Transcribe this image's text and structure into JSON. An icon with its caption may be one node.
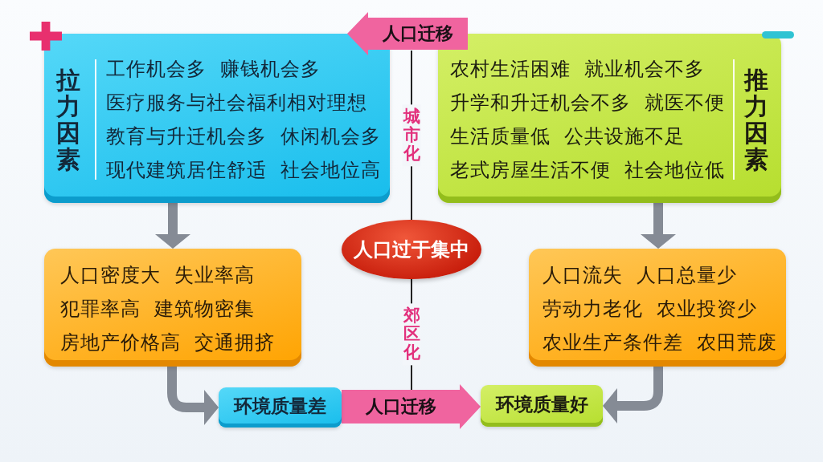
{
  "diagram": {
    "nodes": [
      {
        "text": [
          "拉力因素",
          "工作机会多 赚钱机会多",
          "医疗服务与社会福利相对理想",
          "教育与升迁机会多 休闲机会多",
          "现代建筑居住舒适 社会地位高"
        ]
      },
      {
        "text": [
          "推力因素",
          "农村生活困难 就业机会不多",
          "升学和升迁机会不多 就医不便",
          "生活质量低 公共设施不足",
          "老式房屋生活不便 社会地位低"
        ]
      },
      {
        "text": [
          "人口过于集中"
        ]
      },
      {
        "text": [
          "人口密度大 失业率高",
          "犯罪率高 建筑物密集",
          "房地产价格高 交通拥挤"
        ]
      },
      {
        "text": [
          "人口流失 人口总量少",
          "劳动力老化 农业投资少",
          "农业生产条件差 农田荒废"
        ]
      },
      {
        "text": [
          "环境质量差"
        ]
      },
      {
        "text": [
          "环境质量好"
        ]
      }
    ],
    "edges": [
      {
        "from": 1,
        "to": 0,
        "arrow": "to",
        "label": "人口迁移",
        "style": "thick",
        "color": "#f0649f"
      },
      {
        "from": null,
        "to": 2,
        "arrow": "none",
        "label": "城市化",
        "color": "#222222"
      },
      {
        "from": 0,
        "to": 3,
        "arrow": "to"
      },
      {
        "from": 1,
        "to": 4,
        "arrow": "to"
      },
      {
        "from": 2,
        "to": null,
        "arrow": "none",
        "label": "郊区化",
        "color": "#222222"
      },
      {
        "from": 3,
        "to": 5,
        "arrow": "to"
      },
      {
        "from": 4,
        "to": 6,
        "arrow": "to"
      },
      {
        "from": 5,
        "to": 6,
        "arrow": "to",
        "label": "人口迁移",
        "style": "thick",
        "color": "#f0649f"
      }
    ]
  }
}
